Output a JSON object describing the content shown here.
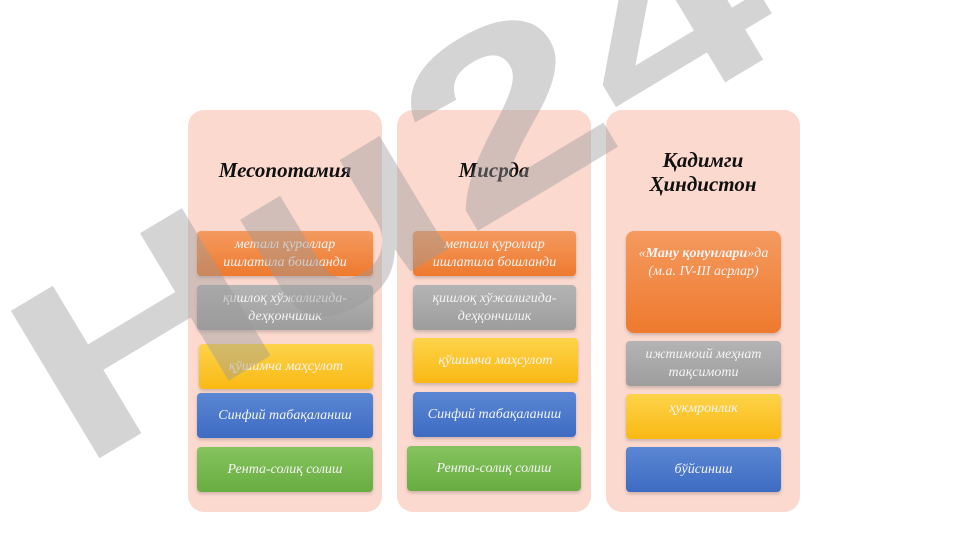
{
  "columns": [
    {
      "title": "Месопотамия",
      "boxes": [
        "металл қуроллар ишлатила бошланди",
        "қишлоқ хўжалигида-деҳқончилик",
        "қўшимча маҳсулот",
        "Синфий табақаланиш",
        "Рента-солиқ солиш"
      ]
    },
    {
      "title": "Мисрда",
      "boxes": [
        "металл қуроллар ишлатила бошланди",
        "қишлоқ хўжалигида-деҳқончилик",
        "қўшимча маҳсулот",
        "Синфий табақаланиш",
        "Рента-солиқ солиш"
      ]
    },
    {
      "title": "Қадимги Ҳиндистон",
      "manu": {
        "quote_open": "«",
        "bold": "Ману қонунлари",
        "quote_close": "»да",
        "dates": "(м.а. IV-III асрлар)"
      },
      "boxes": [
        "ижтимоий меҳнат тақсимоти",
        "ҳукмронлик",
        "бўйсиниш"
      ]
    }
  ],
  "watermark": {
    "text": "Hu24",
    "colors": {
      "gray": "#9a9a9a",
      "pink": "#f3a8b6",
      "purple": "#c9a6ee"
    }
  }
}
